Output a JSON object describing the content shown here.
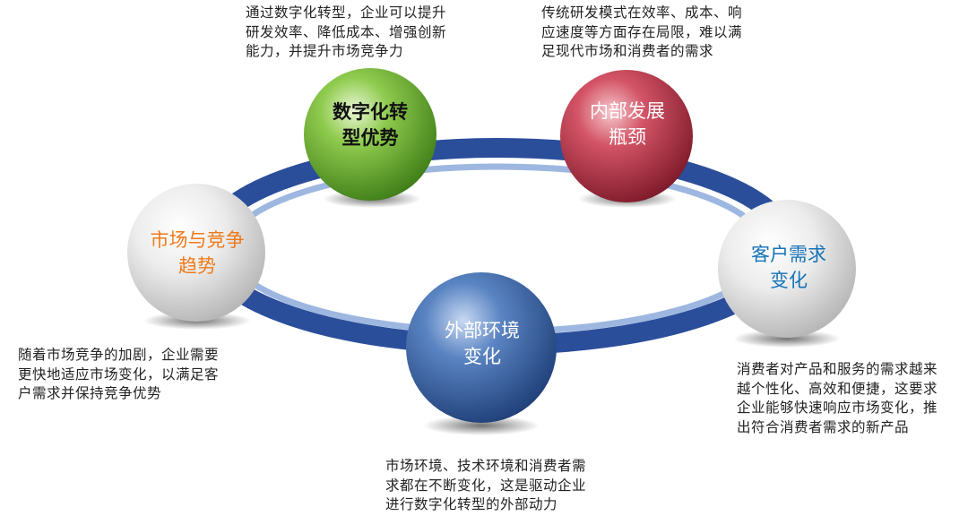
{
  "nodes": [
    {
      "id": "top-left",
      "label": "数字化转\n型优势",
      "description": "通过数字化转型，企业可以提升\n研发效率、降低成本、增强创新\n能力，并提升市场竞争力",
      "color": "#6cb23a"
    },
    {
      "id": "top-right",
      "label": "内部发展\n瓶颈",
      "description": "传统研发模式在效率、成本、响\n应速度等方面存在局限，难以满\n足现代市场和消费者的需求",
      "color": "#c8374c"
    },
    {
      "id": "left",
      "label": "市场与竞争\n趋势",
      "description": "随着市场竞争的加剧，企业需要\n更快地适应市场变化，以满足客\n户需求并保持竞争优势",
      "color": "#e6e6e6"
    },
    {
      "id": "right",
      "label": "客户需求\n变化",
      "description": "消费者对产品和服务的需求越来\n越个性化、高效和便捷，这要求\n企业能够快速响应市场变化，推\n出符合消费者需求的新产品",
      "color": "#e6e6e6"
    },
    {
      "id": "bottom",
      "label": "外部环境\n变化",
      "description": "市场环境、技术环境和消费者需\n求都在不断变化，这是驱动企业\n进行数字化转型的外部动力",
      "color": "#3d67a6"
    }
  ],
  "ring": {
    "outer_color": "#2b4e9b",
    "inner_color": "#9db7e0"
  }
}
